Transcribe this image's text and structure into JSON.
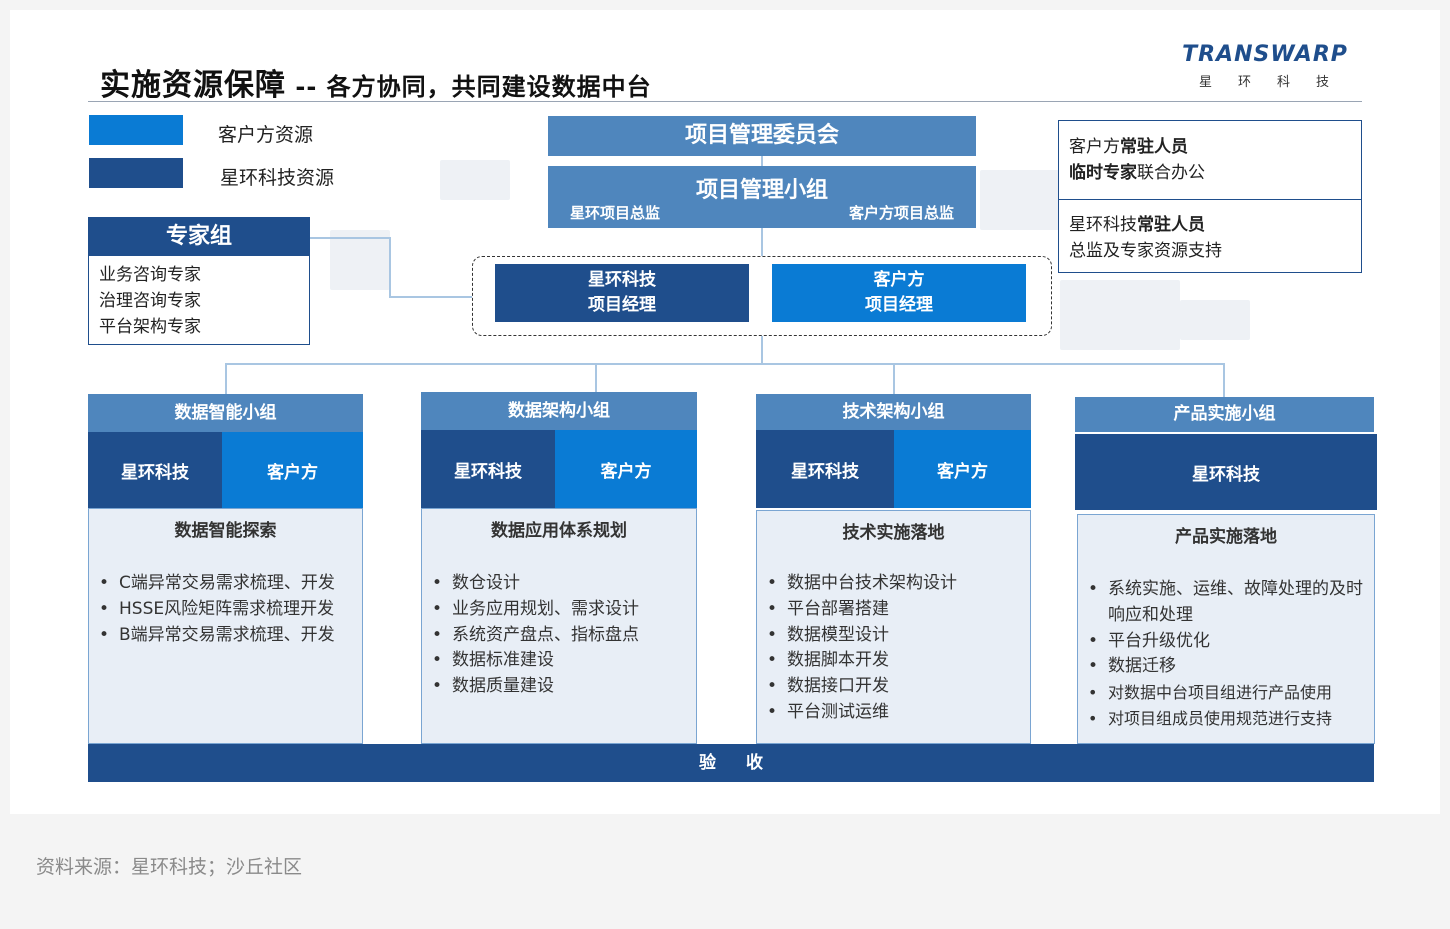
{
  "title": {
    "main": "实施资源保障",
    "sub": " -- 各方协同，共同建设数据中台"
  },
  "logo": {
    "main": "TRANSWARP",
    "sub": "星环科技"
  },
  "colors": {
    "xinghuan": "#1f4e8c",
    "customer": "#0a7bd4",
    "header": "#4f86bd",
    "content_bg": "#e8eef6"
  },
  "legend": [
    {
      "label": "客户方资源",
      "color": "#0a7bd4"
    },
    {
      "label": "星环科技资源",
      "color": "#1f4e8c"
    }
  ],
  "committee": "项目管理委员会",
  "pm_group": {
    "title": "项目管理小组",
    "left": "星环项目总监",
    "right": "客户方项目总监"
  },
  "pm_xh": {
    "line1": "星环科技",
    "line2": "项目经理"
  },
  "pm_cust": {
    "line1": "客户方",
    "line2": "项目经理"
  },
  "expert": {
    "title": "专家组",
    "items": [
      "业务咨询专家",
      "治理咨询专家",
      "平台架构专家"
    ]
  },
  "resident": {
    "cust": {
      "t1": "客户方",
      "b1": "常驻人员",
      "b2": "临时专家",
      "t2": "联合办公"
    },
    "xh": {
      "t1": "星环科技",
      "b1": "常驻人员",
      "line2": "总监及专家资源支持"
    }
  },
  "groups": [
    {
      "name": "数据智能小组",
      "xh": "星环科技",
      "cust": "客户方",
      "content_title": "数据智能探索",
      "items": [
        "C端异常交易需求梳理、开发",
        "HSSE风险矩阵需求梳理开发",
        "B端异常交易需求梳理、开发"
      ]
    },
    {
      "name": "数据架构小组",
      "xh": "星环科技",
      "cust": "客户方",
      "content_title": "数据应用体系规划",
      "items": [
        "数仓设计",
        "业务应用规划、需求设计",
        "系统资产盘点、指标盘点",
        "数据标准建设",
        "数据质量建设"
      ]
    },
    {
      "name": "技术架构小组",
      "xh": "星环科技",
      "cust": "客户方",
      "content_title": "技术实施落地",
      "items": [
        "数据中台技术架构设计",
        "平台部署搭建",
        "数据模型设计",
        "数据脚本开发",
        "数据接口开发",
        "平台测试运维"
      ]
    },
    {
      "name": "产品实施小组",
      "xh": "星环科技",
      "content_title": "产品实施落地",
      "items": [
        "系统实施、运维、故障处理的及时响应和处理",
        "平台升级优化",
        "数据迁移",
        "对数据中台项目组进行产品使用",
        "对项目组成员使用规范进行支持"
      ]
    }
  ],
  "acceptance": "验收",
  "source": "资料来源：星环科技；沙丘社区"
}
